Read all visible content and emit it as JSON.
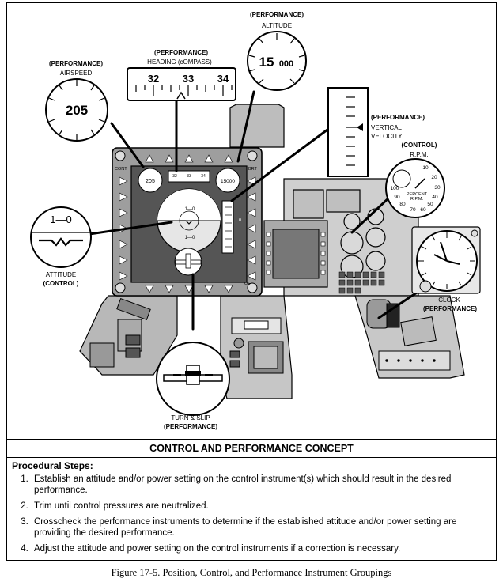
{
  "labels": {
    "altitude": {
      "tag": "(PERFORMANCE)",
      "name": "ALTITUDE",
      "value": "15",
      "value_small": "000"
    },
    "heading": {
      "tag": "(PERFORMANCE)",
      "name": "HEADING (cOMPASS)",
      "ticks": [
        "32",
        "33",
        "34"
      ]
    },
    "airspeed": {
      "tag": "(PERFORMANCE)",
      "name": "AIRSPEED",
      "value": "205"
    },
    "vertical_velocity": {
      "tag": "(PERFORMANCE)",
      "name_line1": "VERTICAL",
      "name_line2": "VELOCITY"
    },
    "rpm": {
      "tag": "(CONTROL)",
      "name": "R.P.M.",
      "dial_numbers": [
        "10",
        "20",
        "30",
        "40",
        "50",
        "60",
        "70",
        "80",
        "90",
        "100"
      ],
      "center_line1": "PERCENT",
      "center_line2": "R.P.M."
    },
    "attitude": {
      "name": "ATTITUDE",
      "tag": "(CONTROL)",
      "value": "1—0"
    },
    "clock": {
      "name": "CLOCK",
      "tag": "(PERFORMANCE)"
    },
    "turn_slip": {
      "name": "TURN & SLIP",
      "tag": "(PERFORMANCE)"
    },
    "hud": {
      "cont": "CONT",
      "brt": "BRT",
      "off": "OFF",
      "airspeed": "205",
      "altitude": "15000",
      "heading_ticks": [
        "32",
        "33",
        "34"
      ],
      "attitude_upper": "1—0",
      "attitude_lower": "1—0",
      "right_num": "0"
    }
  },
  "concept_title": "CONTROL AND PERFORMANCE CONCEPT",
  "procedure": {
    "header": "Procedural Steps:",
    "steps": [
      "Establish an attitude and/or power setting on the control instrument(s) which should result in the desired performance.",
      "Trim until control pressures are neutralized.",
      "Crosscheck the performance instruments to determine if the established attitude and/or power setting are providing the desired performance.",
      "Adjust the attitude and power setting on the control instruments if a correction is necessary."
    ]
  },
  "caption": "Figure 17-5.  Position, Control, and Performance Instrument Groupings"
}
